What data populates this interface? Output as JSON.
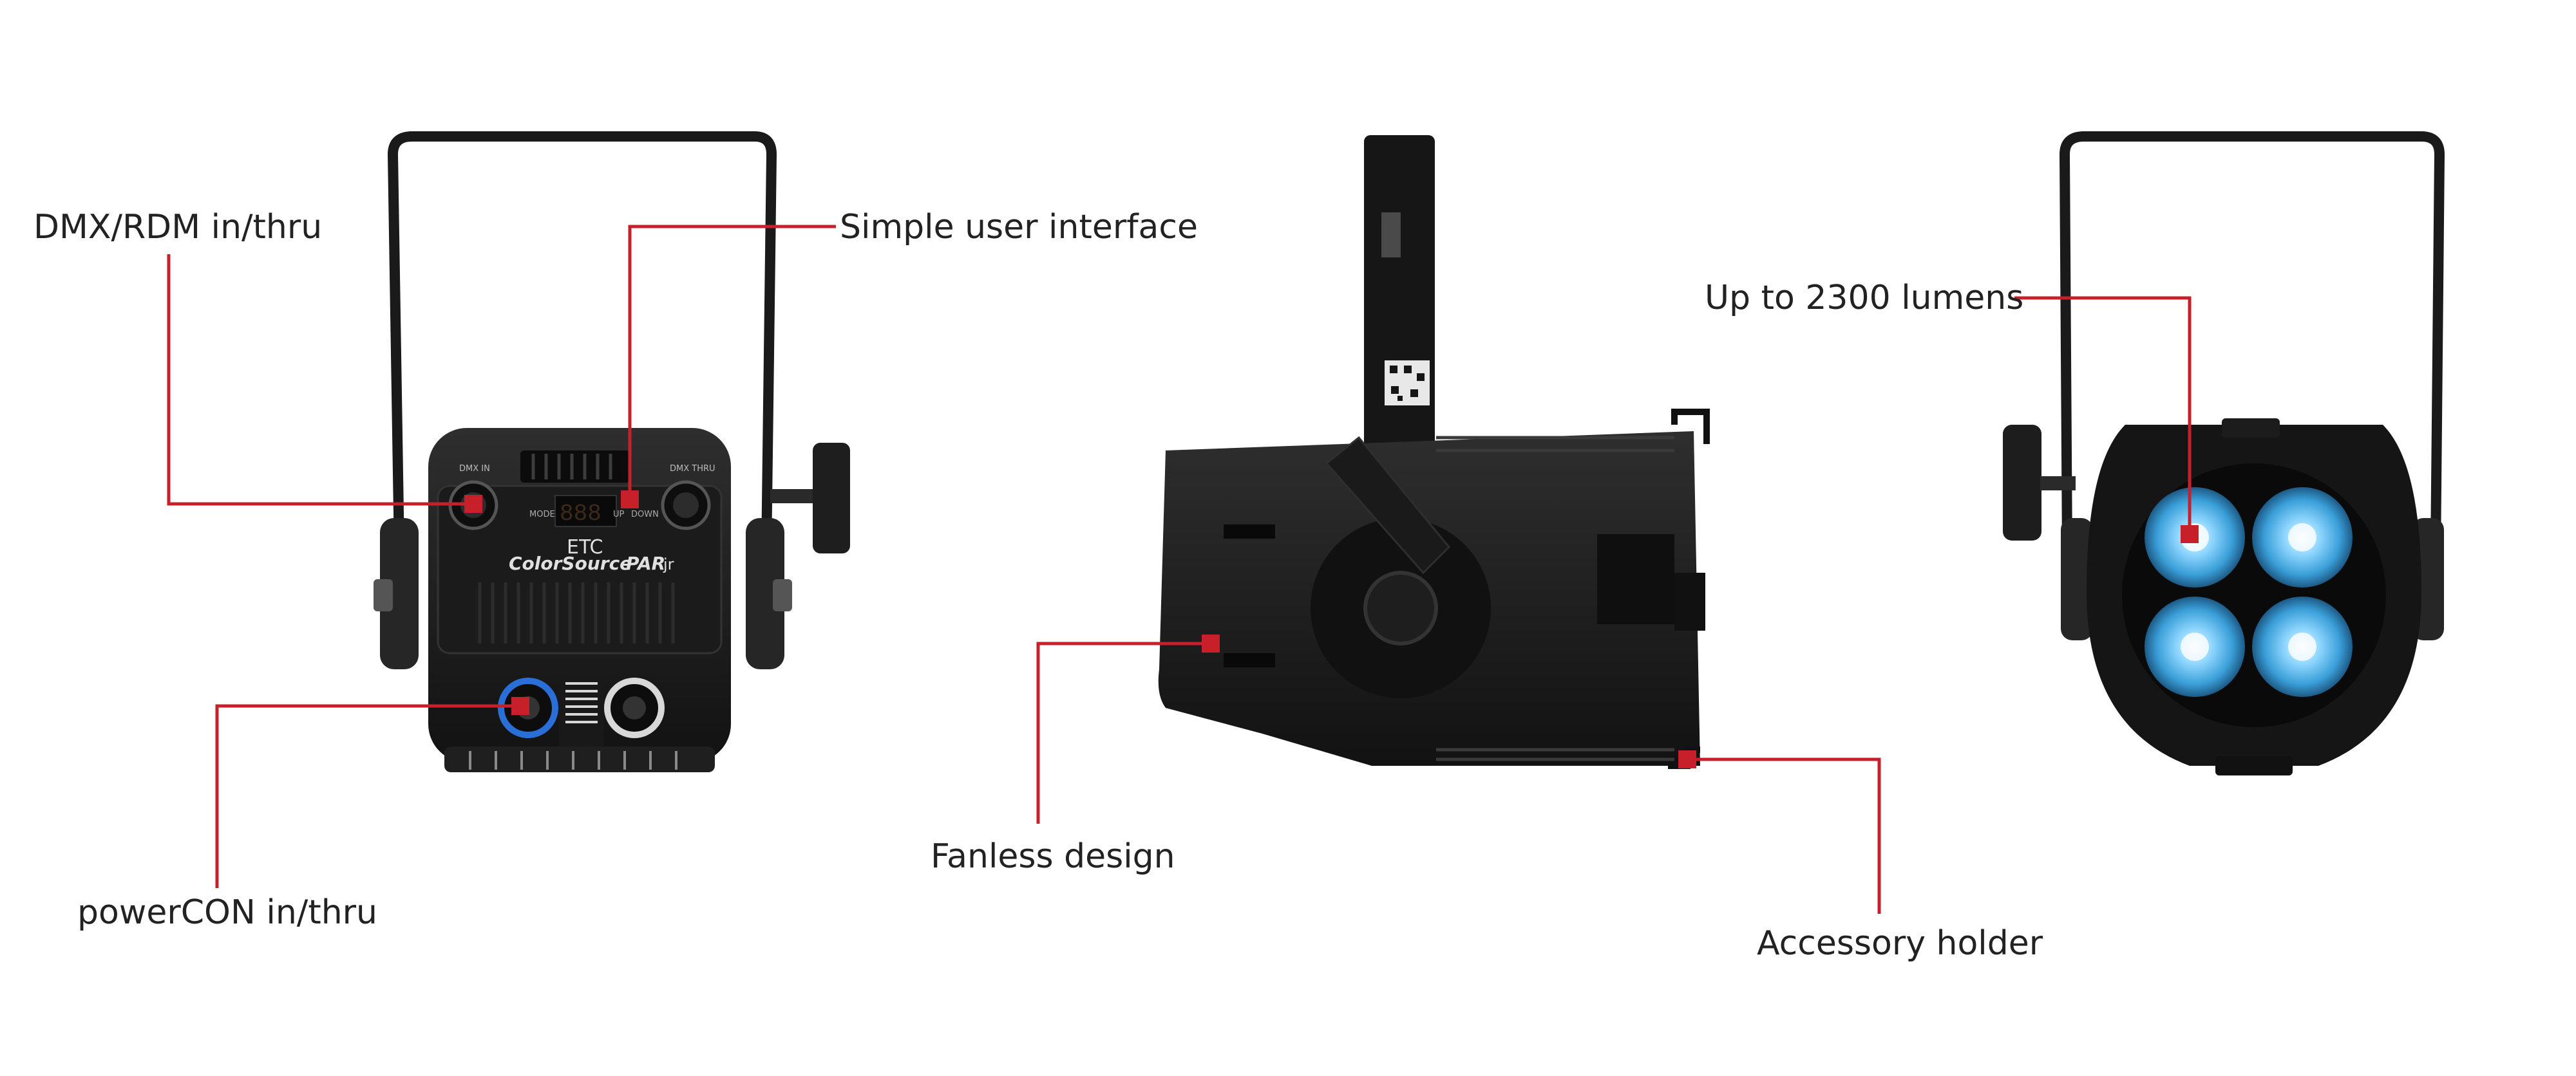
{
  "accent_color": "#c8202b",
  "callouts": {
    "dmx": "DMX/RDM in/thru",
    "ui": "Simple user interface",
    "power": "powerCON in/thru",
    "fanless": "Fanless design",
    "lumens": "Up to 2300 lumens",
    "accessory": "Accessory holder"
  },
  "rear_panel": {
    "brand": "ETC",
    "model": "ColorSource",
    "model_suffix": "PAR",
    "model_jr": "jr",
    "dmx_in": "DMX IN",
    "dmx_thru": "DMX THRU",
    "mode": "MODE",
    "up": "UP",
    "down": "DOWN",
    "display": "888"
  },
  "icons": {
    "dmx_connector": "xlr-connector-icon",
    "power_connector": "powercon-connector-icon",
    "led_emitter": "led-emitter-icon"
  }
}
